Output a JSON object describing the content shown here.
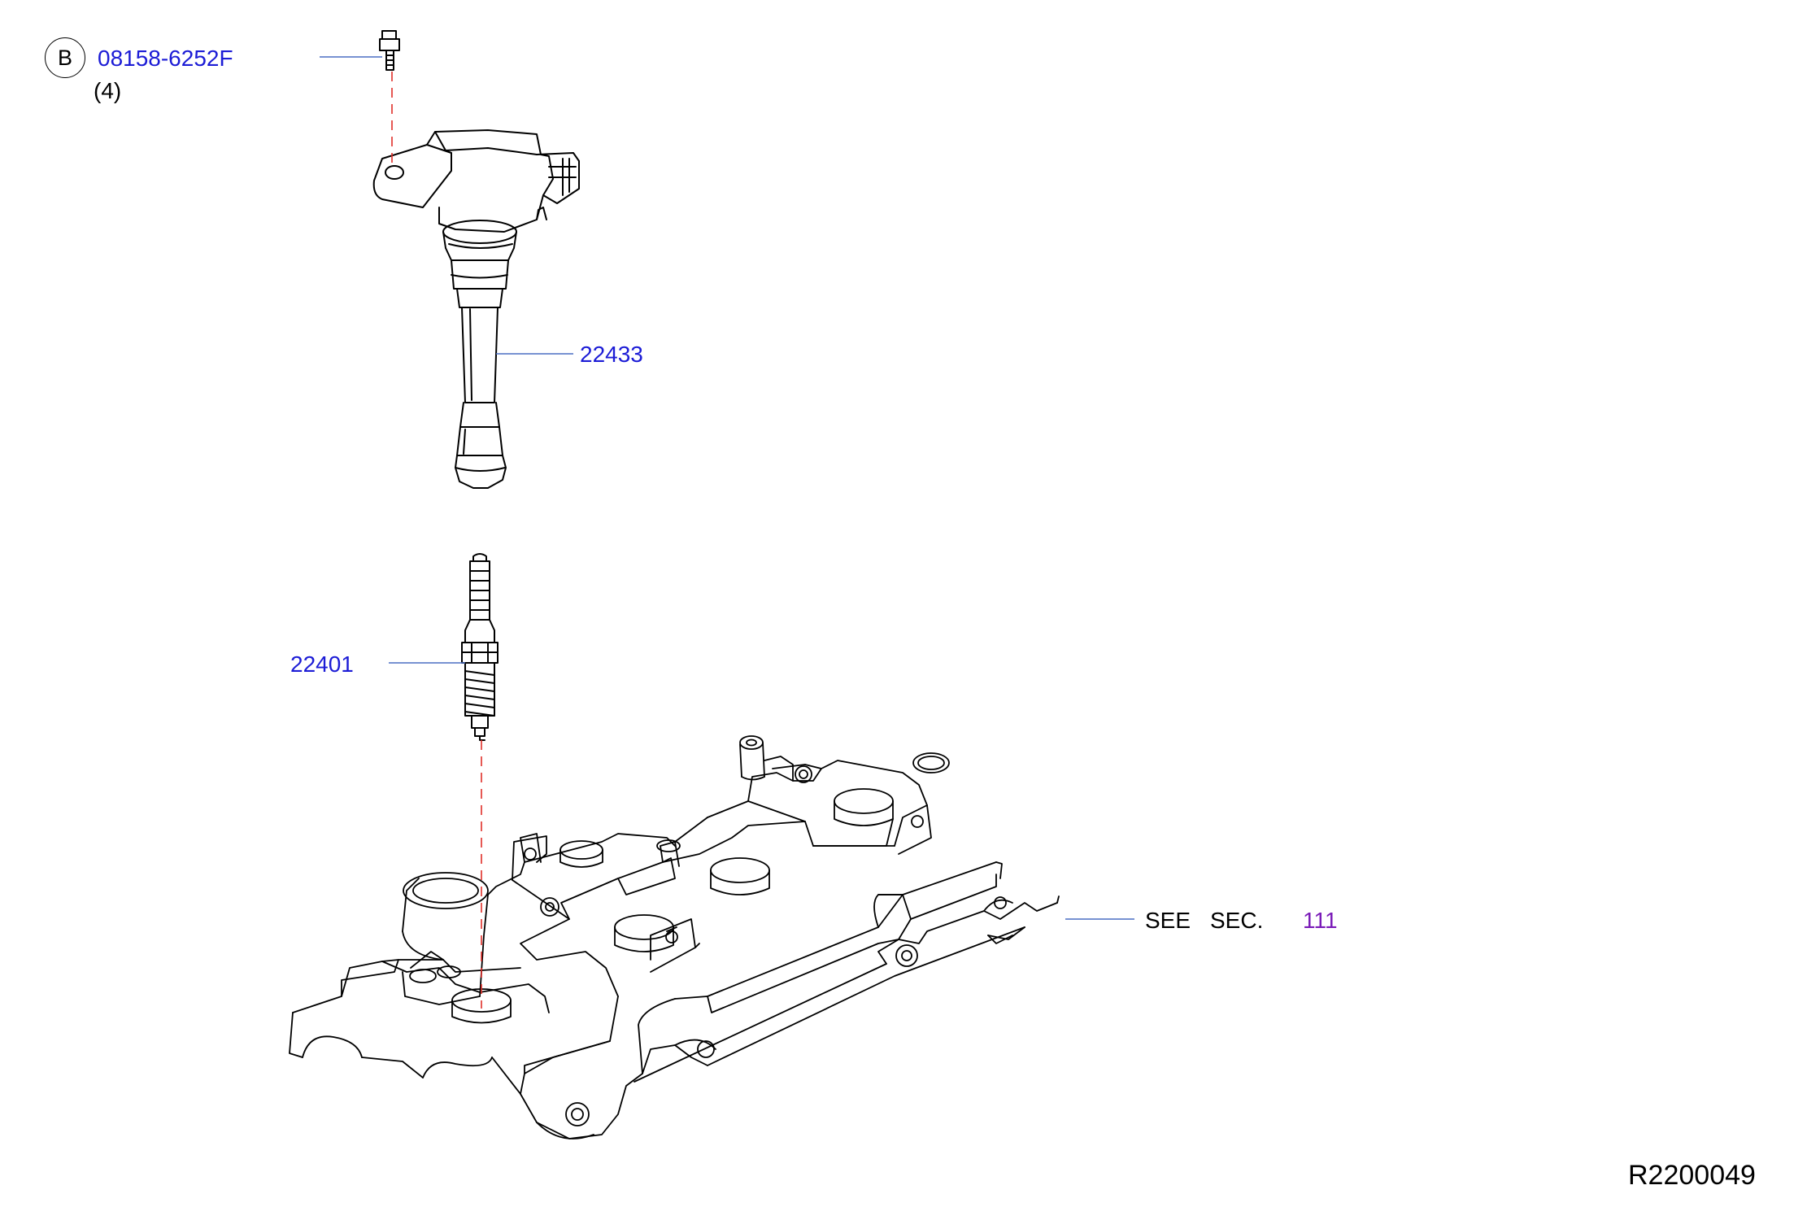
{
  "callout_b": {
    "letter": "B",
    "part_number": "08158-6252F",
    "quantity": "(4)"
  },
  "parts": {
    "ignition_coil": "22433",
    "spark_plug": "22401"
  },
  "reference": {
    "see": "SEE",
    "sec": "SEC.",
    "section_number": "111"
  },
  "diagram_id": "R2200049",
  "colors": {
    "part_link": "#1c1cd6",
    "section_link": "#7a1bb8",
    "leader_line": "#4a6fc4",
    "alignment_line": "#e0302a",
    "outline": "#000000"
  }
}
